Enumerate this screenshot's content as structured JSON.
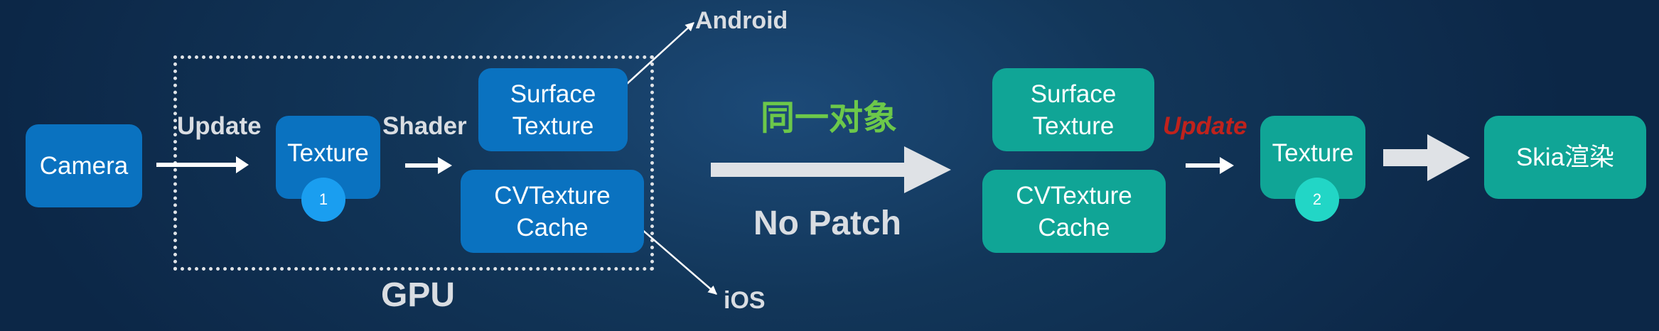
{
  "nodes": {
    "camera": "Camera",
    "texture_1": "Texture",
    "surface_texture_gpu": [
      "Surface",
      "Texture"
    ],
    "cvtexture_cache_gpu": [
      "CVTexture",
      "Cache"
    ],
    "surface_texture_out": [
      "Surface",
      "Texture"
    ],
    "cvtexture_cache_out": [
      "CVTexture",
      "Cache"
    ],
    "texture_2": "Texture",
    "skia": "Skia渲染"
  },
  "badges": {
    "first": "1",
    "second": "2"
  },
  "labels": {
    "update": "Update",
    "shader": "Shader",
    "update_red": "Update",
    "gpu": "GPU",
    "android": "Android",
    "ios": "iOS",
    "same_object": "同一对象",
    "no_patch": "No Patch"
  },
  "colors": {
    "blue_box": "#0a72c0",
    "teal_box": "#10a596",
    "badge_blue": "#1a9ef0",
    "badge_teal": "#22d6c6",
    "same_object_green": "#6cc84a",
    "update_red": "#c0221c",
    "arrow_light": "#dfe2e6"
  }
}
